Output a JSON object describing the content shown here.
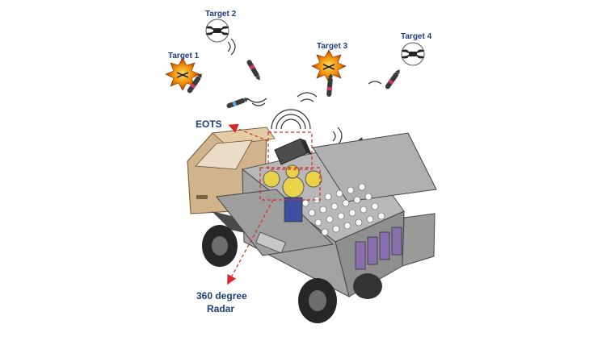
{
  "diagram": {
    "targets": [
      {
        "label": "Target 1",
        "kind": "drone",
        "status": "destroyed"
      },
      {
        "label": "Target 2",
        "kind": "drone",
        "status": "tracked"
      },
      {
        "label": "Target 3",
        "kind": "drone",
        "status": "destroyed"
      },
      {
        "label": "Target 4",
        "kind": "drone",
        "status": "tracked"
      }
    ],
    "eots_label": "EOTS",
    "radar_label_line1": "360 degree",
    "radar_label_line2": "Radar",
    "colors": {
      "label_text": "#1f3d7a",
      "indicator_arrow": "#d62828",
      "cab": "#d2b48c",
      "container_panel": "#8f8f8f",
      "dome_yellow": "#e8d24a",
      "missile_accent": "#d6336c",
      "explosion": "#f08c00"
    },
    "icons": [
      "drone-icon",
      "explosion-icon",
      "missile-icon",
      "signal-arcs-icon",
      "eots-sensor-icon",
      "radar-dome-icon",
      "truck-icon"
    ]
  }
}
